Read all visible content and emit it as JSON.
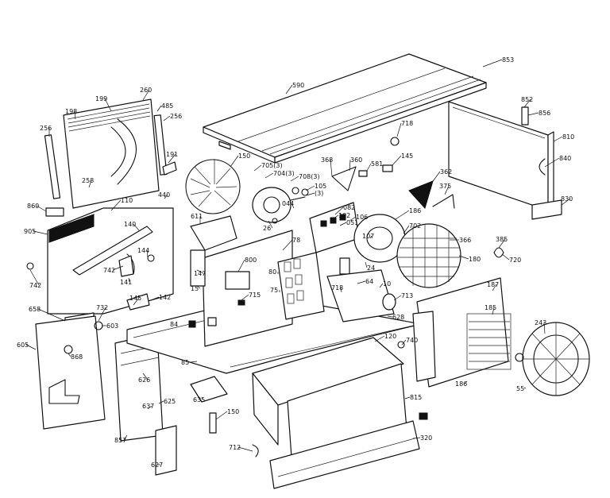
{
  "diagram": {
    "labels": [
      {
        "text": "853"
      },
      {
        "text": "590"
      },
      {
        "text": "199"
      },
      {
        "text": "198"
      },
      {
        "text": "260"
      },
      {
        "text": "485"
      },
      {
        "text": "256"
      },
      {
        "text": "256"
      },
      {
        "text": "258"
      },
      {
        "text": "191"
      },
      {
        "text": "150"
      },
      {
        "text": "705(3)"
      },
      {
        "text": "704(3)"
      },
      {
        "text": "708(3)"
      },
      {
        "text": "105"
      },
      {
        "text": "(3)"
      },
      {
        "text": "368"
      },
      {
        "text": "360"
      },
      {
        "text": "581"
      },
      {
        "text": "718"
      },
      {
        "text": "145"
      },
      {
        "text": "852"
      },
      {
        "text": "856"
      },
      {
        "text": "810"
      },
      {
        "text": "840"
      },
      {
        "text": "830"
      },
      {
        "text": "362"
      },
      {
        "text": "375"
      },
      {
        "text": "860"
      },
      {
        "text": "110"
      },
      {
        "text": "440"
      },
      {
        "text": "905"
      },
      {
        "text": "140"
      },
      {
        "text": "611"
      },
      {
        "text": "26"
      },
      {
        "text": "044"
      },
      {
        "text": "082"
      },
      {
        "text": "102"
      },
      {
        "text": "106"
      },
      {
        "text": "051"
      },
      {
        "text": "186"
      },
      {
        "text": "702"
      },
      {
        "text": "366"
      },
      {
        "text": "385"
      },
      {
        "text": "720"
      },
      {
        "text": "742"
      },
      {
        "text": "144"
      },
      {
        "text": "742"
      },
      {
        "text": "147"
      },
      {
        "text": "800"
      },
      {
        "text": "78"
      },
      {
        "text": "107"
      },
      {
        "text": "24"
      },
      {
        "text": "180"
      },
      {
        "text": "141"
      },
      {
        "text": "15"
      },
      {
        "text": "715"
      },
      {
        "text": "80"
      },
      {
        "text": "75"
      },
      {
        "text": "64"
      },
      {
        "text": "10"
      },
      {
        "text": "718"
      },
      {
        "text": "713"
      },
      {
        "text": "187"
      },
      {
        "text": "145"
      },
      {
        "text": "142"
      },
      {
        "text": "658"
      },
      {
        "text": "732"
      },
      {
        "text": "603"
      },
      {
        "text": "84"
      },
      {
        "text": "628"
      },
      {
        "text": "185"
      },
      {
        "text": "243"
      },
      {
        "text": "605"
      },
      {
        "text": "868"
      },
      {
        "text": "120"
      },
      {
        "text": "740"
      },
      {
        "text": "85"
      },
      {
        "text": "626"
      },
      {
        "text": "186"
      },
      {
        "text": "55"
      },
      {
        "text": "635"
      },
      {
        "text": "815"
      },
      {
        "text": "625"
      },
      {
        "text": "637"
      },
      {
        "text": "150"
      },
      {
        "text": "857"
      },
      {
        "text": "320"
      },
      {
        "text": "712"
      },
      {
        "text": "627"
      }
    ]
  }
}
